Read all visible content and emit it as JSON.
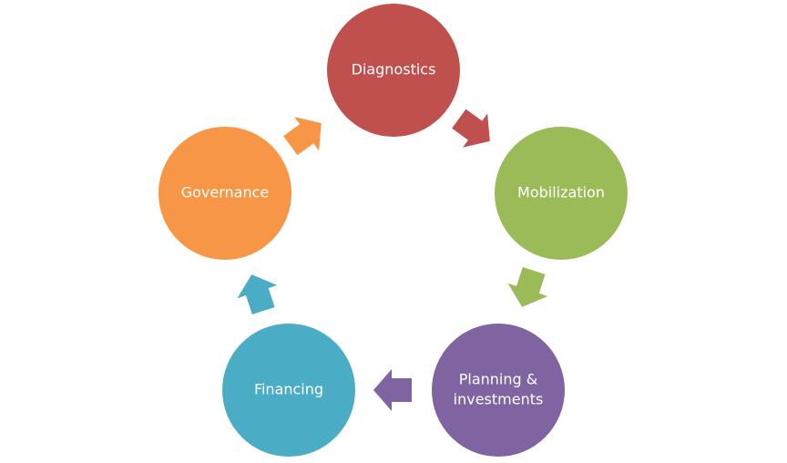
{
  "diagram": {
    "title": "Cycle diagram",
    "stages": [
      {
        "label_lines": [
          "Diagnostics"
        ],
        "color": "#c0504d"
      },
      {
        "label_lines": [
          "Mobilization"
        ],
        "color": "#9bbb59"
      },
      {
        "label_lines": [
          "Planning &",
          "investments"
        ],
        "color": "#8064a2"
      },
      {
        "label_lines": [
          "Financing"
        ],
        "color": "#4bacc6"
      },
      {
        "label_lines": [
          "Governance"
        ],
        "color": "#f79646"
      }
    ],
    "arrows": [
      {
        "from": "Diagnostics",
        "to": "Mobilization",
        "color": "#c0504d"
      },
      {
        "from": "Mobilization",
        "to": "Planning & investments",
        "color": "#9bbb59"
      },
      {
        "from": "Planning & investments",
        "to": "Financing",
        "color": "#8064a2"
      },
      {
        "from": "Financing",
        "to": "Governance",
        "color": "#4bacc6"
      },
      {
        "from": "Governance",
        "to": "Diagnostics",
        "color": "#f79646"
      }
    ]
  }
}
